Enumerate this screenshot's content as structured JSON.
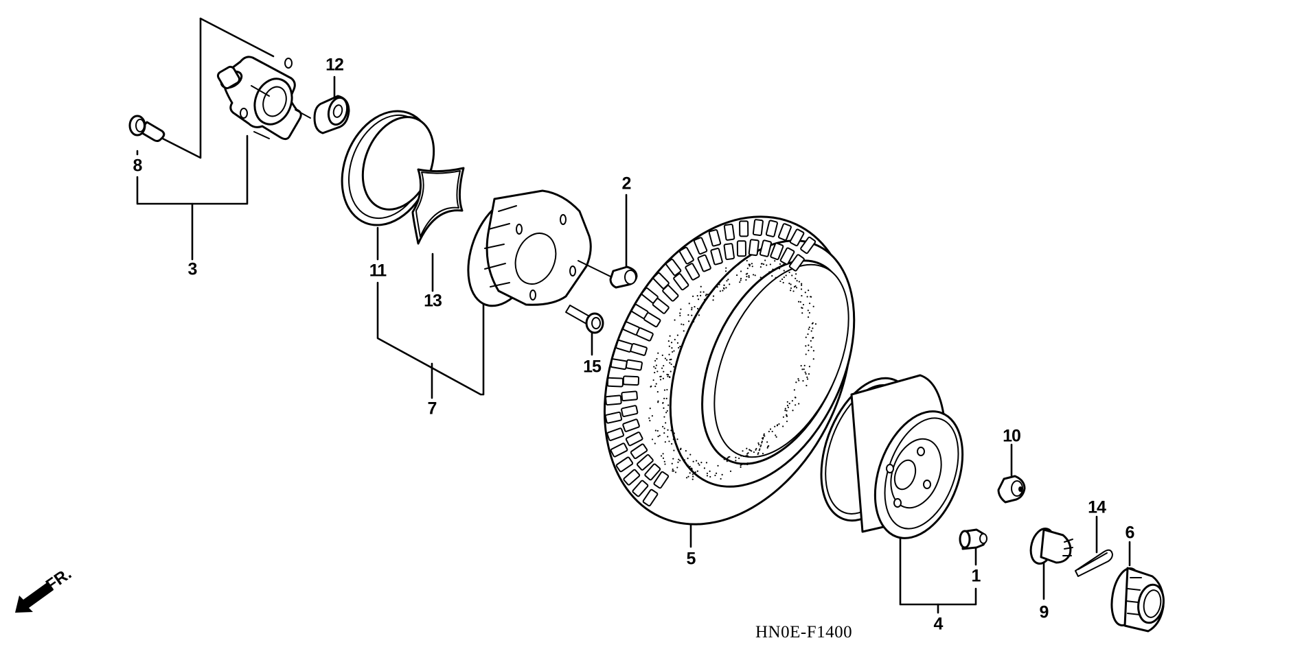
{
  "diagram": {
    "title_code": "HN0E-F1400",
    "direction_indicator": {
      "icon": "front-direction-arrow-icon",
      "label": "FR."
    },
    "style": {
      "ink_color": "#000000",
      "background_color": "#ffffff"
    },
    "callouts": [
      {
        "id": "1",
        "part": "valve-stem"
      },
      {
        "id": "2",
        "part": "hub-bolt-small"
      },
      {
        "id": "3",
        "part": "wheel-hub-assembly"
      },
      {
        "id": "4",
        "part": "wheel-rim-assembly"
      },
      {
        "id": "5",
        "part": "tire"
      },
      {
        "id": "6",
        "part": "hub-cap-nut"
      },
      {
        "id": "7",
        "part": "brake-drum-assembly"
      },
      {
        "id": "8",
        "part": "flange-bolt"
      },
      {
        "id": "9",
        "part": "castle-nut"
      },
      {
        "id": "10",
        "part": "wheel-nut"
      },
      {
        "id": "11",
        "part": "seal-ring"
      },
      {
        "id": "12",
        "part": "bearing"
      },
      {
        "id": "13",
        "part": "o-ring-gasket"
      },
      {
        "id": "14",
        "part": "cotter-pin"
      },
      {
        "id": "15",
        "part": "drum-bolt"
      }
    ]
  }
}
